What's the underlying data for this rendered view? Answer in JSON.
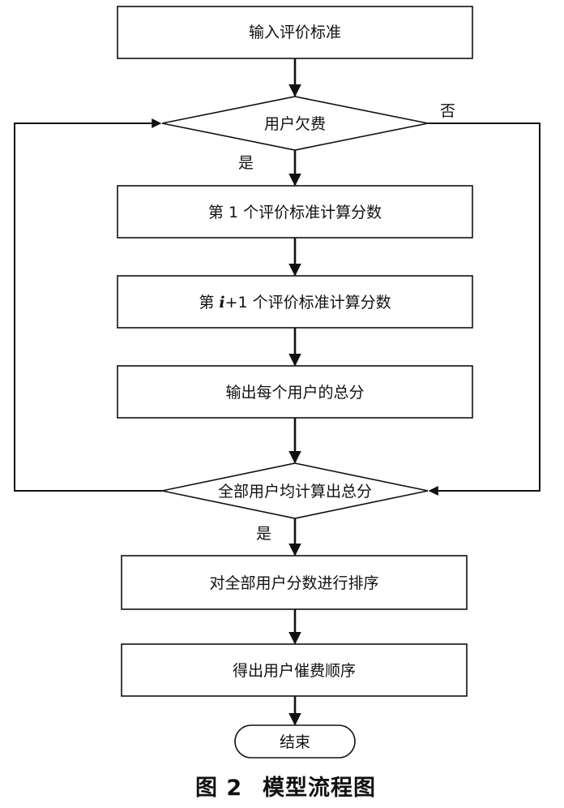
{
  "nodes": {
    "input": "输入评价标准",
    "arrears_check": "用户欠费",
    "calc_first_a": "第 1 个评价标准计算分数",
    "calc_next_prefix": "第 ",
    "calc_next_var": "i",
    "calc_next_suffix": "+1 个评价标准计算分数",
    "output_total": "输出每个用户的总分",
    "all_done_check": "全部用户均计算出总分",
    "sort": "对全部用户分数进行排序",
    "order": "得出用户催费顺序",
    "end": "结束"
  },
  "branches": {
    "yes_1": "是",
    "no_1": "否",
    "yes_2": "是"
  },
  "caption": {
    "figure_no": "图 2",
    "title": "模型流程图"
  }
}
